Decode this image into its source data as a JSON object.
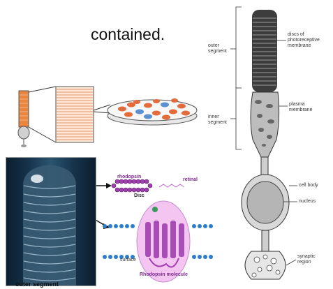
{
  "heading": "contained.",
  "rod_cell_labels": {
    "outer_segment": "outer\nsegment",
    "inner_segment": "inner\nsegment",
    "discs": "discs of\nphotoreceptive\nmembrane",
    "plasma_membrane": "plasma\nmembrane",
    "cell_body": "cell body",
    "nucleus": "nucleus",
    "synaptic_region": "synaptic\nregion"
  },
  "disc_diagram": {
    "rhodopsin_label": "rhodopsin",
    "disc_label": "Disc",
    "retinal_label": "retinal",
    "molecule_label": "Rhodopsin molecule",
    "surface_label": "surface"
  },
  "photo_caption": "outer segment",
  "colors": {
    "orange_disc": "#e36a3a",
    "blue_disc": "#5a8fd0",
    "purple_membrane": "#a040b0",
    "pink_molecule": "#f3c5f0",
    "blue_lipid": "#2d7dcc"
  }
}
